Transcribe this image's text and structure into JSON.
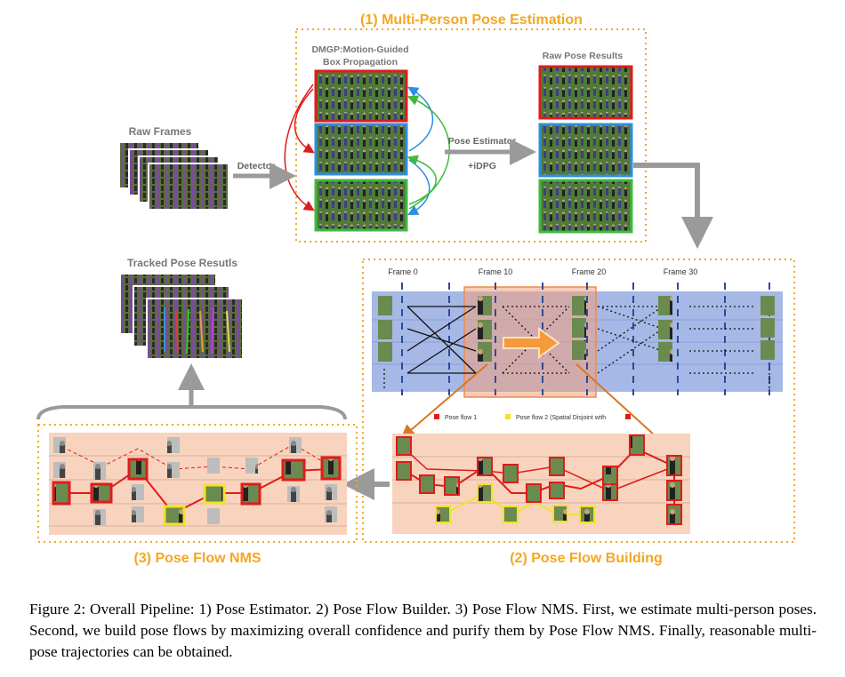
{
  "figure": {
    "section1": {
      "title": "(1) Multi-Person Pose Estimation",
      "dmgp_line1": "DMGP:Motion-Guided",
      "dmgp_line2": "Box Propagation",
      "raw_pose_results": "Raw Pose Results"
    },
    "raw_frames": "Raw Frames",
    "detector": "Detector",
    "pose_estimator_line1": "Pose Estimator",
    "pose_estimator_line2": "+iDPG",
    "tracked": "Tracked Pose Resutls",
    "frame_labels": [
      "Frame 0",
      "Frame 10",
      "Frame 20",
      "Frame 30"
    ],
    "legend": {
      "pf1": "Pose flow 1",
      "pf2": "Pose flow 2 (Spatial Disjoint with"
    },
    "section2_title": "(2) Pose Flow Building",
    "section3_title": "(3) Pose Flow NMS",
    "colors": {
      "orange": "#f5a623",
      "red": "#e01b1b",
      "blue": "#2f8de4",
      "green": "#3dbb3d",
      "yellow": "#f2e22a",
      "gray": "#9a9a9a",
      "flowband": "#f8d3bd",
      "frameband": "#a6b8e6"
    }
  },
  "caption": "Figure 2: Overall Pipeline: 1) Pose Estimator. 2) Pose Flow Builder. 3) Pose Flow NMS. First, we estimate multi-person poses. Second, we build pose flows by maximizing overall confidence and purify them by Pose Flow NMS. Finally, reasonable multi-pose trajectories can be obtained."
}
